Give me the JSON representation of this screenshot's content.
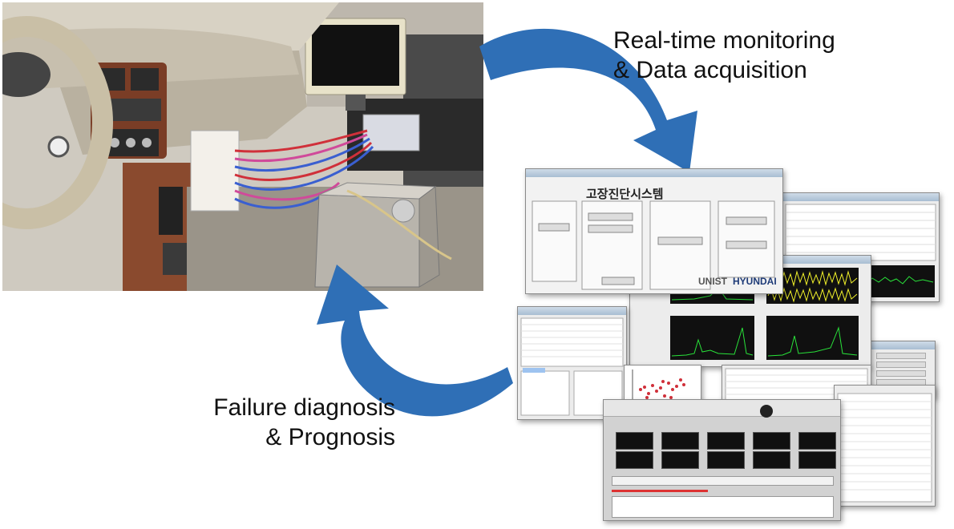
{
  "captions": {
    "monitoring": [
      "Real-time monitoring",
      "& Data acquisition"
    ],
    "diagnosis": [
      "Failure diagnosis",
      "& Prognosis"
    ]
  },
  "main_window": {
    "title": "고장진단시스템",
    "logos": [
      "UNIST",
      "HYUNDAI"
    ]
  },
  "colors": {
    "arrow": "#2f6fb6",
    "signal_green": "#29e33a",
    "signal_yellow": "#f2f22a",
    "wire_red": "#d0303a",
    "wire_blue": "#3a5fd0"
  },
  "icons": [
    "cycle-arrow-top",
    "cycle-arrow-bottom"
  ]
}
